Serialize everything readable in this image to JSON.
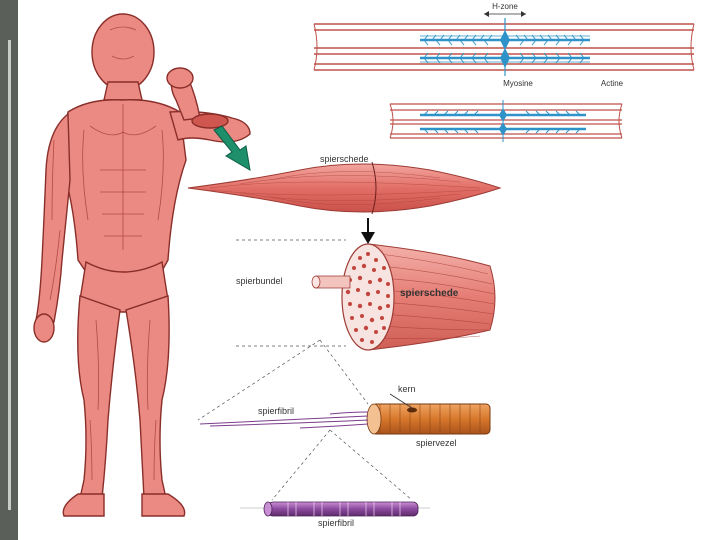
{
  "labels": {
    "h_zone": "H-zone",
    "myosine": "Myosine",
    "actine": "Actine",
    "spierschede_top": "spierschede",
    "spierbundel": "spierbundel",
    "spierschede_bundle": "spierschede",
    "kern": "kern",
    "spierfibril_left": "spierfibril",
    "spiervezel": "spiervezel",
    "spierfibril_bottom": "spierfibril"
  },
  "colors": {
    "muscle": "#e8837c",
    "muscle_dark": "#b94a44",
    "skin_line": "#8a2e2a",
    "myosin_blue": "#2f93c9",
    "arrow_green": "#1e8f6b",
    "fiber_orange": "#d7772c",
    "fibril_purple": "#7c3d8c",
    "side_bar": "#5a5f5a"
  }
}
